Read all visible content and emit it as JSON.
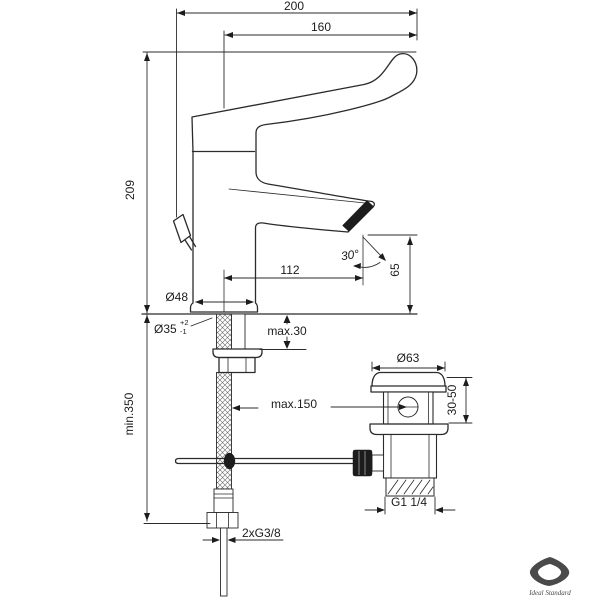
{
  "dimensions": {
    "overall_width": "200",
    "lever_reach": "160",
    "total_height": "209",
    "spout_reach": "112",
    "spray_angle": "30°",
    "outlet_height": "65",
    "body_diameter": "Ø48",
    "hole_diameter": "Ø35",
    "hole_tolerance_plus": "+2",
    "hole_tolerance_minus": "-1",
    "max_deck_thickness": "max.30",
    "min_hose_clearance": "min.350",
    "max_rod_length": "max.150",
    "waste_flange_diameter": "Ø63",
    "waste_deck_range": "30-50",
    "waste_thread": "G1 1/4",
    "supply_thread": "2xG3/8"
  },
  "logo": {
    "brand": "Ideal Standard"
  },
  "colors": {
    "line": "#2b2b2b",
    "dark_fill": "#1c1c1c",
    "background": "#ffffff"
  }
}
